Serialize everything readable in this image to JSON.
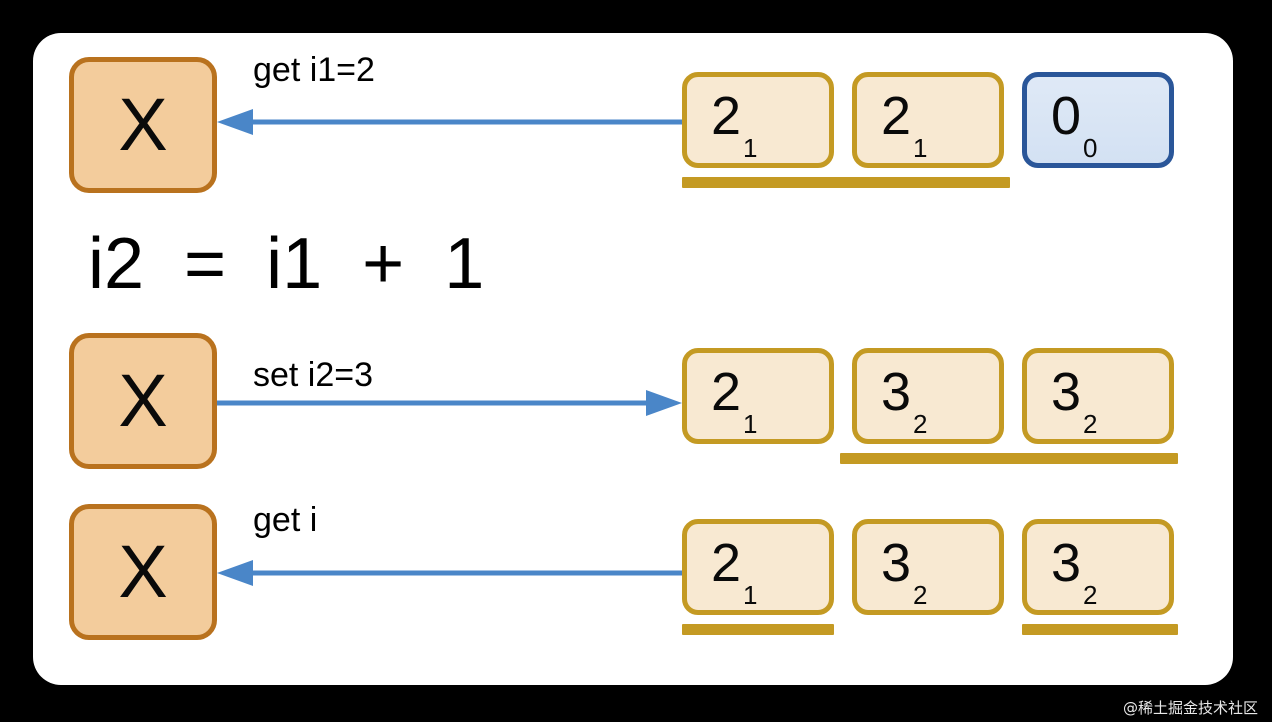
{
  "canvas": {
    "background": "#000000",
    "card_background": "#ffffff"
  },
  "colors": {
    "actor_fill": "#f3cc9c",
    "actor_border": "#b9721e",
    "cell_tan_fill": "#f8e9d2",
    "cell_tan_border": "#c49a23",
    "cell_blue_fill": "#d7e4f4",
    "cell_blue_border": "#2a5699",
    "arrow": "#4a86c8",
    "underline": "#c49a23",
    "text": "#000000"
  },
  "expression": {
    "text": "i2  =  i1  +  1"
  },
  "rows": [
    {
      "id": "row-get-i1",
      "actor_label": "X",
      "arrow_label": "get i1=2",
      "arrow_direction": "left",
      "cells": [
        {
          "value": "2",
          "sub": "1",
          "style": "tan"
        },
        {
          "value": "2",
          "sub": "1",
          "style": "tan"
        },
        {
          "value": "0",
          "sub": "0",
          "style": "blue"
        }
      ],
      "underlines": [
        {
          "from_cell": 0,
          "to_cell": 1
        }
      ]
    },
    {
      "id": "row-set-i2",
      "actor_label": "X",
      "arrow_label": "set i2=3",
      "arrow_direction": "right",
      "cells": [
        {
          "value": "2",
          "sub": "1",
          "style": "tan"
        },
        {
          "value": "3",
          "sub": "2",
          "style": "tan"
        },
        {
          "value": "3",
          "sub": "2",
          "style": "tan"
        }
      ],
      "underlines": [
        {
          "from_cell": 1,
          "to_cell": 2
        }
      ]
    },
    {
      "id": "row-get-i",
      "actor_label": "X",
      "arrow_label": "get i",
      "arrow_direction": "left",
      "cells": [
        {
          "value": "2",
          "sub": "1",
          "style": "tan"
        },
        {
          "value": "3",
          "sub": "2",
          "style": "tan"
        },
        {
          "value": "3",
          "sub": "2",
          "style": "tan"
        }
      ],
      "underlines": [
        {
          "from_cell": 0,
          "to_cell": 0
        },
        {
          "from_cell": 2,
          "to_cell": 2
        }
      ]
    }
  ],
  "watermark": {
    "text": "@稀土掘金技术社区"
  }
}
